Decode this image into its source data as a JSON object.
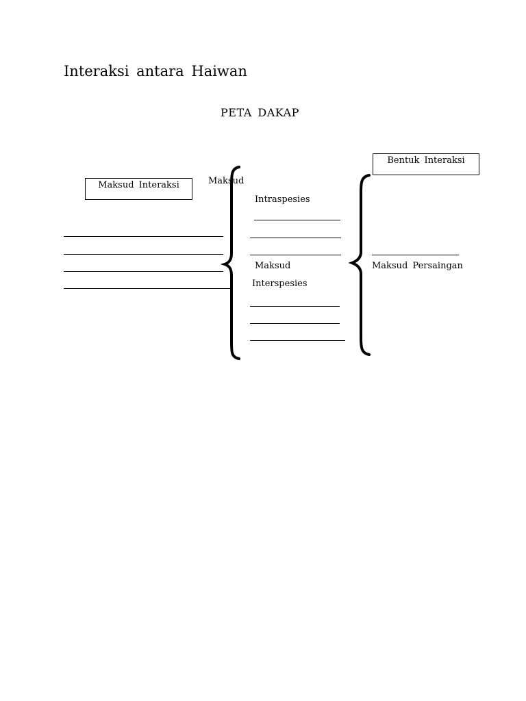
{
  "document": {
    "title": "Interaksi  antara  Haiwan",
    "subtitle": "PETA  DAKAP"
  },
  "boxes": {
    "left": "Maksud  Interaksi",
    "right": "Bentuk Interaksi"
  },
  "labels": {
    "maksud_top": "Maksud",
    "intraspesies": "Intraspesies",
    "maksud_mid": "Maksud",
    "interspesies": "Interspesies",
    "maksud_persaingan": "Maksud  Persaingan"
  }
}
